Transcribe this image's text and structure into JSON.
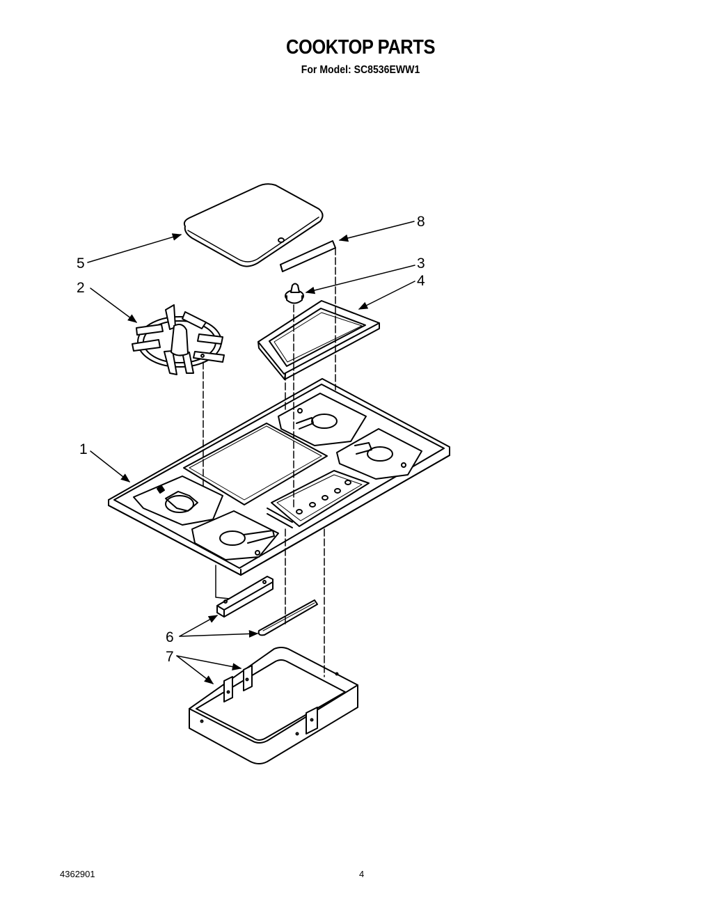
{
  "header": {
    "title": "COOKTOP PARTS",
    "model_line": "For Model: SC8536EWW1"
  },
  "footer": {
    "doc_number": "4362901",
    "page_number": "4"
  },
  "callouts": {
    "c1": "1",
    "c2": "2",
    "c3": "3",
    "c4": "4",
    "c5": "5",
    "c6": "6",
    "c7": "7",
    "c8": "8"
  },
  "parts": [
    "cooktop",
    "burner-grate",
    "control-knob",
    "control-panel-frame",
    "griddle-cover",
    "mounting-bracket",
    "burner-box",
    "trim-strip"
  ]
}
